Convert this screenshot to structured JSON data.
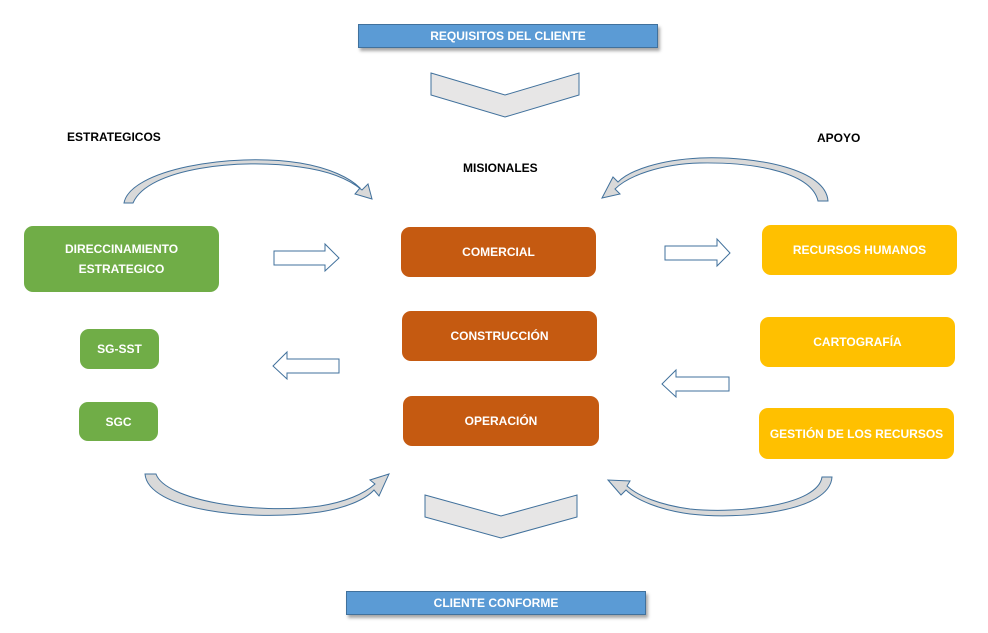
{
  "top_banner": {
    "label": "REQUISITOS DEL CLIENTE"
  },
  "bottom_banner": {
    "label": "CLIENTE CONFORME"
  },
  "columns": {
    "strategic": {
      "heading": "ESTRATEGICOS",
      "boxes": [
        {
          "label": "DIRECCINAMIENTO ESTRATEGICO"
        },
        {
          "label": "SG-SST"
        },
        {
          "label": "SGC"
        }
      ]
    },
    "missional": {
      "heading": "MISIONALES",
      "boxes": [
        {
          "label": "COMERCIAL"
        },
        {
          "label": "CONSTRUCCIÓN"
        },
        {
          "label": "OPERACIÓN"
        }
      ]
    },
    "support": {
      "heading": "APOYO",
      "boxes": [
        {
          "label": "RECURSOS HUMANOS"
        },
        {
          "label": "CARTOGRAFÍA"
        },
        {
          "label": "GESTIÓN DE LOS RECURSOS"
        }
      ]
    }
  },
  "colors": {
    "banner": "#5b9bd5",
    "strategic": "#70ad47",
    "missional": "#c55a11",
    "support": "#ffc000",
    "arrow_stroke": "#41719c",
    "arrow_fill": "#d9d9d9"
  }
}
